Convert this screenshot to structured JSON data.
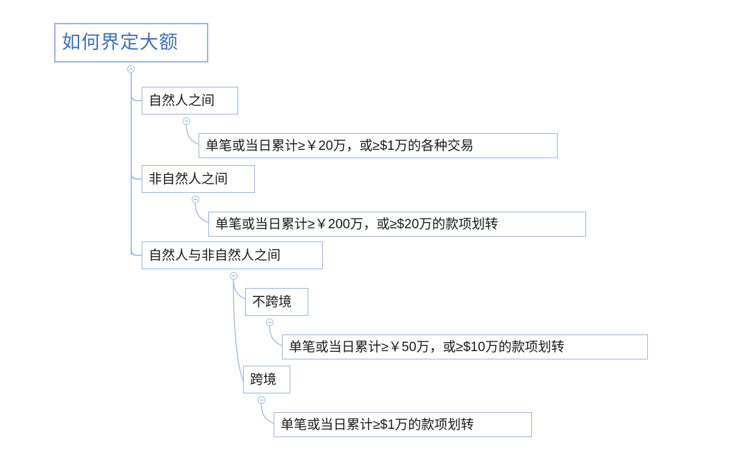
{
  "diagram": {
    "title": "如何界定大额",
    "type": "mindmap-tree",
    "colors": {
      "node_border": "#9cb4d8",
      "root_text": "#3f72b4",
      "node_text": "#1a1a1a",
      "connector": "#9cb4d8",
      "background": "#ffffff"
    },
    "root": {
      "label": "如何界定大额",
      "toggle": "collapse-minus"
    },
    "nodes": {
      "n1": {
        "label": "自然人之间"
      },
      "n1d": {
        "label": "单笔或当日累计≥￥20万，或≥$1万的各种交易"
      },
      "n2": {
        "label": "非自然人之间"
      },
      "n2d": {
        "label": "单笔或当日累计≥￥200万，或≥$20万的款项划转"
      },
      "n3": {
        "label": "自然人与非自然人之间"
      },
      "n3a": {
        "label": "不跨境"
      },
      "n3ad": {
        "label": "单笔或当日累计≥￥50万，或≥$10万的款项划转"
      },
      "n3b": {
        "label": "跨境"
      },
      "n3bd": {
        "label": "单笔或当日累计≥$1万的款项划转"
      }
    }
  }
}
